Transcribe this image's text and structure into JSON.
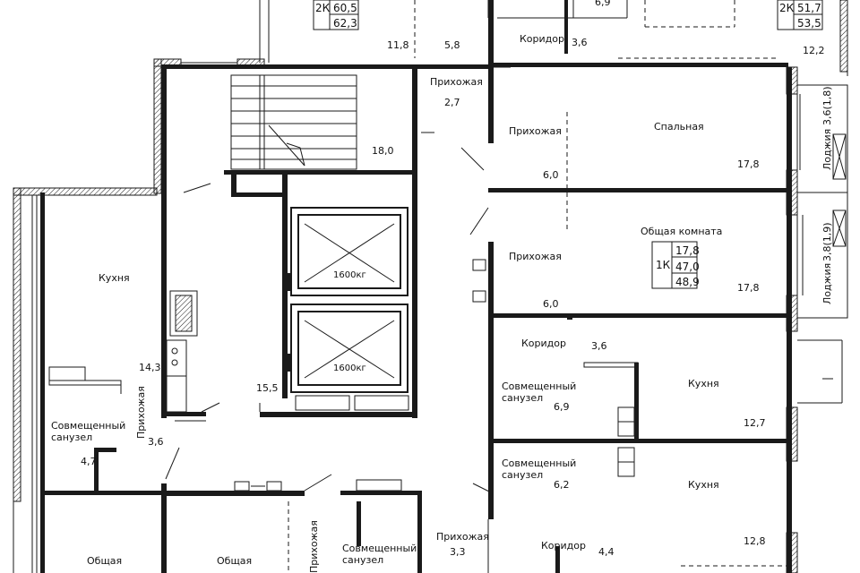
{
  "rooms": {
    "top_left_box": {
      "type": "2К",
      "living": "60,5",
      "total": "62,3"
    },
    "top_right_box": {
      "type": "2К",
      "living": "51,7",
      "total": "53,5"
    },
    "one_room_box": {
      "type": "1К",
      "living_area": "17,8",
      "living": "47,0",
      "total": "48,9"
    },
    "top_area_11_8": "11,8",
    "top_area_5_8": "5,8",
    "top_area_6_9": "6,9",
    "top_area_12_2": "12,2",
    "koridor_top": "Коридор",
    "koridor_top_area": "3,6",
    "prikhozhaya_top": "Прихожая",
    "prikhozhaya_top_area": "2,7",
    "stair_area": "18,0",
    "prikhozhaya_1": "Прихожая",
    "prikhozhaya_1_area": "6,0",
    "spalnaya": "Спальная",
    "spalnaya_area": "17,8",
    "loggia_1": "Лоджия",
    "loggia_1_area": "3,6(1,8)",
    "obshchaya_komnata": "Общая комната",
    "obshchaya_komnata_area": "17,8",
    "prikhozhaya_2": "Прихожая",
    "prikhozhaya_2_area": "6,0",
    "loggia_2": "Лоджия",
    "loggia_2_area": "3,8(1,9)",
    "koridor_mid": "Коридор",
    "koridor_mid_area": "3,6",
    "bath_mid_line1": "Совмещенный",
    "bath_mid_line2": "санузел",
    "bath_mid_area": "6,9",
    "kitchen_mid": "Кухня",
    "kitchen_mid_area": "12,7",
    "bath_low_line1": "Совмещенный",
    "bath_low_line2": "санузел",
    "bath_low_area": "6,2",
    "kitchen_low": "Кухня",
    "kitchen_low_area": "12,8",
    "prikhozhaya_low": "Прихожая",
    "prikhozhaya_low_area": "3,3",
    "koridor_low": "Коридор",
    "koridor_low_area": "4,4",
    "elevator_1": "1600кг",
    "elevator_2": "1600кг",
    "hall_area": "15,5",
    "kitchen_left": "Кухня",
    "kitchen_left_area": "14,3",
    "prikhozhaya_left": "Прихожая",
    "prikhozhaya_left_area": "3,6",
    "bath_left_line1": "Совмещенный",
    "bath_left_line2": "санузел",
    "bath_left_area": "4,7",
    "obshchaya_bottom_1": "Общая",
    "obshchaya_bottom_2": "Общая",
    "prikhozhaya_bottom": "Прихожая",
    "bath_bottom_line1": "Совмещенный",
    "bath_bottom_line2": "санузел"
  }
}
